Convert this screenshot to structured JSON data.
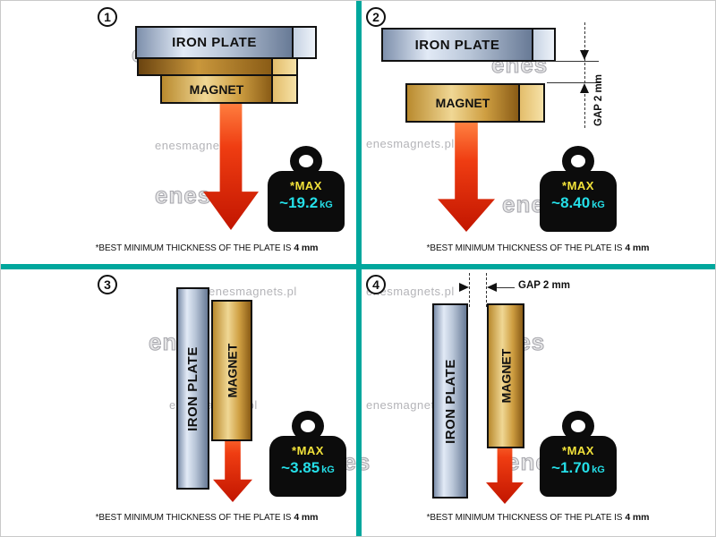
{
  "meta": {
    "divider_color": "#00a79d"
  },
  "labels": {
    "iron_plate": "IRON PLATE",
    "magnet": "MAGNET",
    "max_label": "*MAX",
    "kg_unit": "kG",
    "gap_label": "GAP  2 mm"
  },
  "caption": {
    "text": "*BEST MINIMUM THICKNESS OF THE PLATE IS",
    "bold_value": "4 mm"
  },
  "watermark": {
    "site": "enesmagnets.pl",
    "brand": "enes"
  },
  "panels": [
    {
      "number": "1",
      "max_value": "~19.2"
    },
    {
      "number": "2",
      "max_value": "~8.40"
    },
    {
      "number": "3",
      "max_value": "~3.85"
    },
    {
      "number": "4",
      "max_value": "~1.70"
    }
  ]
}
